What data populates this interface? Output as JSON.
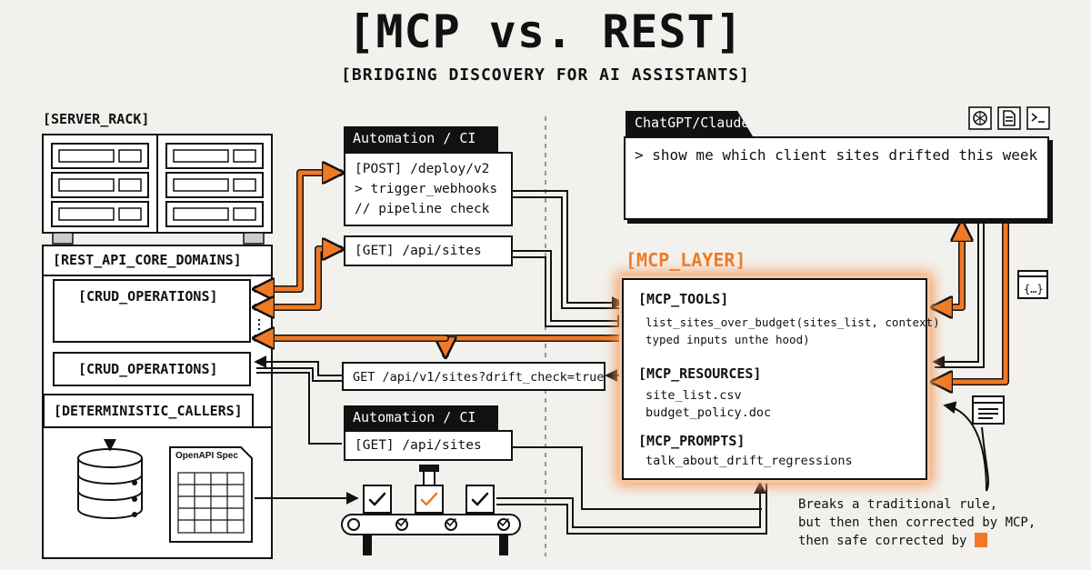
{
  "header": {
    "title": "[MCP vs. REST]",
    "subtitle": "[BRIDGING DISCOVERY FOR AI ASSISTANTS]"
  },
  "server": {
    "rack_label": "[SERVER_RACK]",
    "core_domains_label": "[REST_API_CORE_DOMAINS]",
    "crud_label_1": "[CRUD_OPERATIONS]",
    "crud_label_2": "[CRUD_OPERATIONS]",
    "callers_label": "[DETERMINISTIC_CALLERS]",
    "openapi_label": "OpenAPI Spec"
  },
  "automation_top": {
    "header": "Automation / CI",
    "lines": [
      "[POST] /deploy/v2",
      "> trigger_webhooks",
      "// pipeline check"
    ]
  },
  "get_sites_top": "[GET] /api/sites",
  "drift_endpoint": "GET /api/v1/sites?drift_check=true",
  "automation_bottom": {
    "header": "Automation / CI",
    "line": "[GET] /api/sites"
  },
  "assistant": {
    "tab": "ChatGPT/Claude",
    "prompt": "> show me which client sites drifted this week"
  },
  "mcp": {
    "layer_label": "[MCP_LAYER]",
    "tools_header": "[MCP_TOOLS]",
    "tool_line": "list_sites_over_budget(sites_list, context)",
    "tool_note": "typed inputs unthe hood)",
    "resources_header": "[MCP_RESOURCES]",
    "resources": [
      "site_list.csv",
      "budget_policy.doc"
    ],
    "prompts_header": "[MCP_PROMPTS]",
    "prompt_item": "talk_about_drift_regressions"
  },
  "note": {
    "lines": [
      "Breaks a traditional rule,",
      "but then then corrected by MCP,",
      "then safe corrected by"
    ]
  },
  "icons": [
    "openai-icon",
    "document-icon",
    "terminal-icon",
    "wrench-screwdriver-icon",
    "code-braces-icon",
    "window-list-icon",
    "folder-icon",
    "network-icon",
    "database-icon",
    "checkmark-icon"
  ],
  "colors": {
    "accent": "#f07a24",
    "ink": "#111111",
    "paper": "#f2f1ee"
  }
}
